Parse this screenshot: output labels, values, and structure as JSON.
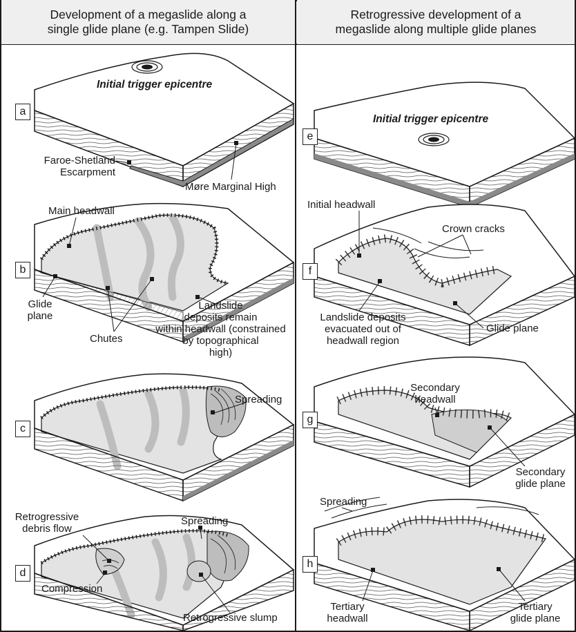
{
  "headers": {
    "left": [
      "Development of a megaslide along a",
      "single glide plane (e.g. Tampen Slide)"
    ],
    "right": [
      "Retrogressive development of a",
      "megaslide along multiple glide planes"
    ]
  },
  "panels": {
    "a": {
      "letter": "a",
      "epicentre": "Initial trigger epicentre",
      "faroe": [
        "Faroe-Shetland",
        "Escarpment"
      ],
      "more": "Møre Marginal High"
    },
    "b": {
      "letter": "b",
      "main_headwall": "Main headwall",
      "glide": [
        "Glide",
        "plane"
      ],
      "chutes": "Chutes",
      "deposits": [
        "Landslide",
        "deposits remain",
        "within headwall (constrained",
        "by topographical",
        "high)"
      ]
    },
    "c": {
      "letter": "c",
      "spreading": "Spreading"
    },
    "d": {
      "letter": "d",
      "retro_debris": [
        "Retrogressive",
        "debris flow"
      ],
      "spreading": "Spreading",
      "compression": "Compression",
      "retro_slump": "Retrogressive slump"
    },
    "e": {
      "letter": "e",
      "epicentre": "Initial trigger epicentre"
    },
    "f": {
      "letter": "f",
      "initial_headwall": "Initial headwall",
      "crown_cracks": "Crown cracks",
      "deposits": [
        "Landslide deposits",
        "evacuated out of",
        "headwall region"
      ],
      "glide_plane": "Glide plane"
    },
    "g": {
      "letter": "g",
      "secondary_headwall": [
        "Secondary",
        "headwall"
      ],
      "secondary_glide": [
        "Secondary",
        "glide plane"
      ]
    },
    "h": {
      "letter": "h",
      "spreading": "Spreading",
      "tertiary_headwall": [
        "Tertiary",
        "headwall"
      ],
      "tertiary_glide": [
        "Tertiary",
        "glide plane"
      ]
    }
  },
  "colors": {
    "outline": "#1a1a1a",
    "slide_surface": "#e3e3e3",
    "chute": "#bdbdbd",
    "basement": "#8a8a8a",
    "header_bg": "#efefef",
    "deposit": "#cfcfcf"
  }
}
